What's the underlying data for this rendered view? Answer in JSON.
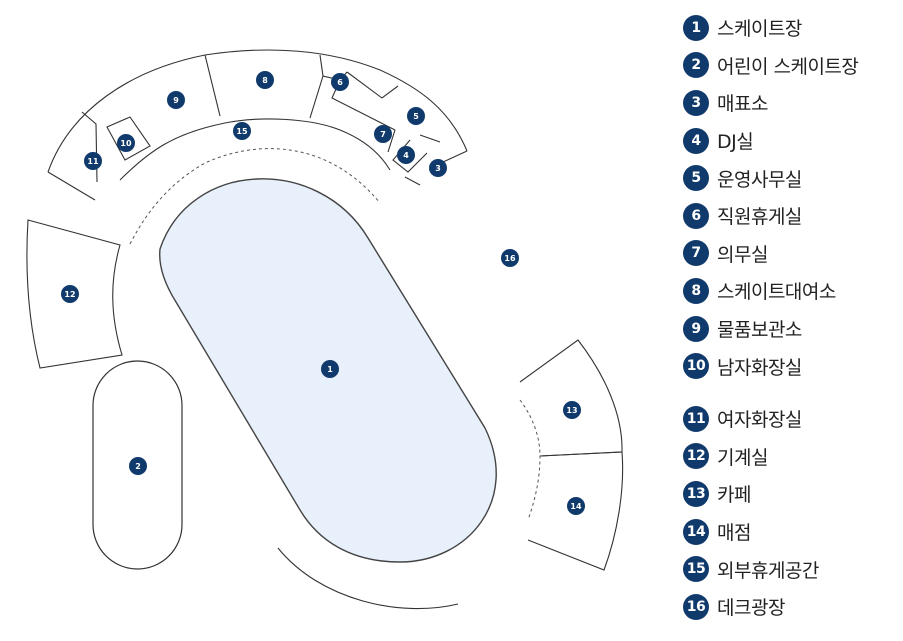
{
  "colors": {
    "badge": "#103a6b",
    "rink_fill": "#e7f0fb",
    "line": "#333333"
  },
  "legend": [
    {
      "num": "1",
      "label": "스케이트장"
    },
    {
      "num": "2",
      "label": "어린이 스케이트장"
    },
    {
      "num": "3",
      "label": "매표소"
    },
    {
      "num": "4",
      "label": "DJ실"
    },
    {
      "num": "5",
      "label": "운영사무실"
    },
    {
      "num": "6",
      "label": "직원휴게실"
    },
    {
      "num": "7",
      "label": "의무실"
    },
    {
      "num": "8",
      "label": "스케이트대여소"
    },
    {
      "num": "9",
      "label": "물품보관소"
    },
    {
      "num": "10",
      "label": "남자화장실"
    },
    {
      "num": "11",
      "label": "여자화장실"
    },
    {
      "num": "12",
      "label": "기계실"
    },
    {
      "num": "13",
      "label": "카페"
    },
    {
      "num": "14",
      "label": "매점"
    },
    {
      "num": "15",
      "label": "외부휴게공간"
    },
    {
      "num": "16",
      "label": "데크광장"
    }
  ]
}
